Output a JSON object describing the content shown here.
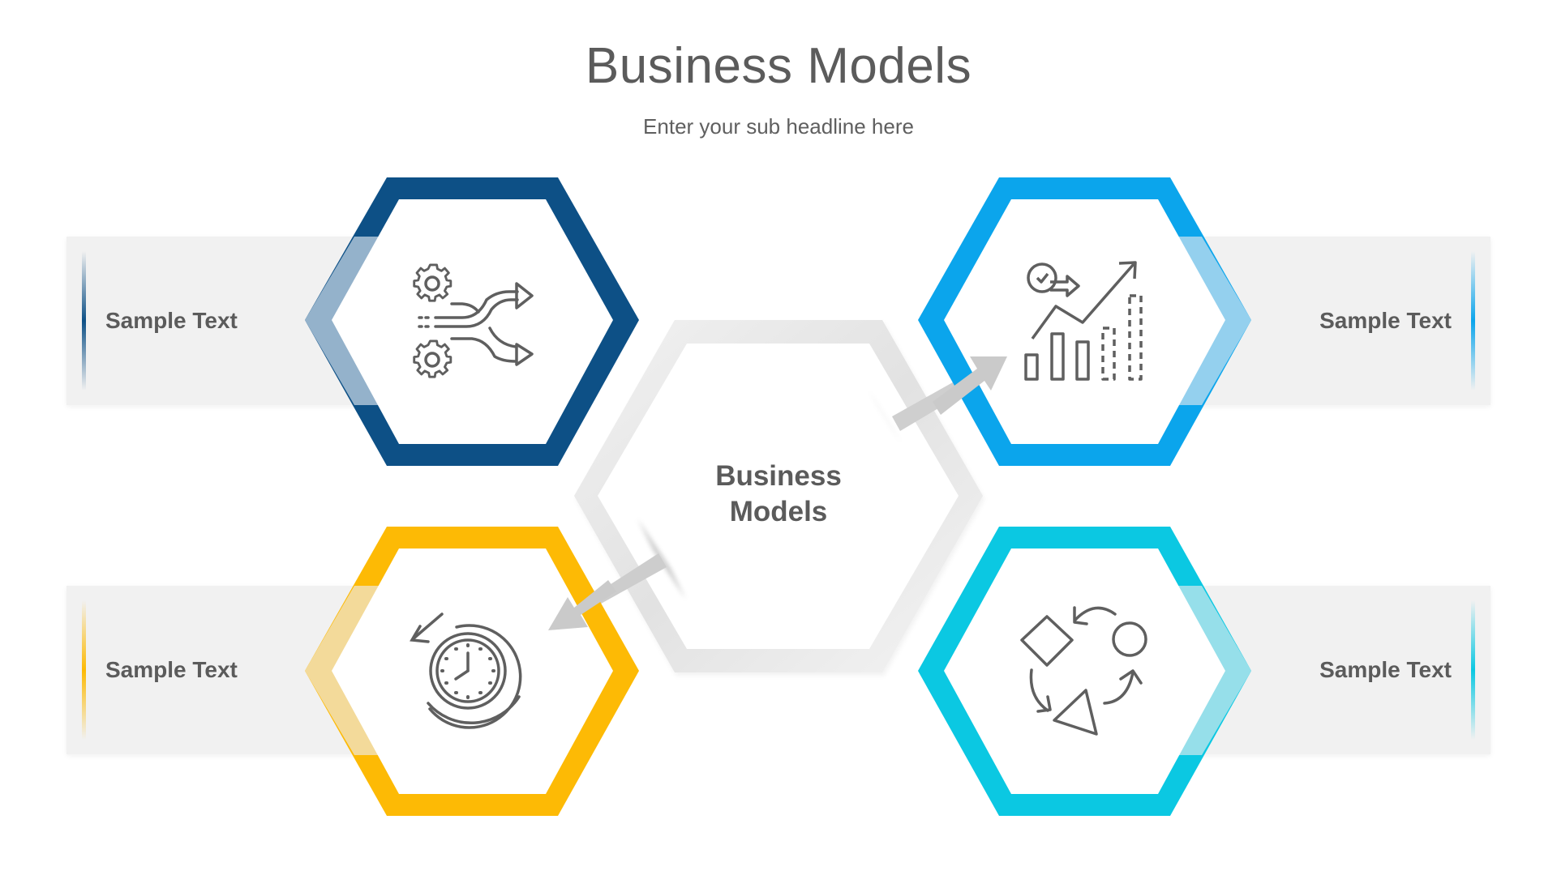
{
  "header": {
    "title": "Business Models",
    "subtitle": "Enter your sub headline here"
  },
  "center": {
    "line1": "Business",
    "line2": "Models"
  },
  "items": [
    {
      "position": "top-left",
      "label": "Sample Text",
      "icon": "gears-split-arrows-icon",
      "color": "#0D5086",
      "tint": "#94B2CB"
    },
    {
      "position": "top-right",
      "label": "Sample Text",
      "icon": "growth-chart-clock-icon",
      "color": "#0BA5EC",
      "tint": "#94D0EE"
    },
    {
      "position": "bottom-left",
      "label": "Sample Text",
      "icon": "clock-history-icon",
      "color": "#FDBA05",
      "tint": "#F3DA9A"
    },
    {
      "position": "bottom-right",
      "label": "Sample Text",
      "icon": "shapes-cycle-icon",
      "color": "#0BC8E2",
      "tint": "#96DFEA"
    }
  ],
  "colors": {
    "text": "#5B5B5B",
    "panel": "#F1F1F1",
    "center_frame": "#E8E8E8",
    "arrow": "#C8C8C8",
    "icon": "#5F5F5F"
  }
}
